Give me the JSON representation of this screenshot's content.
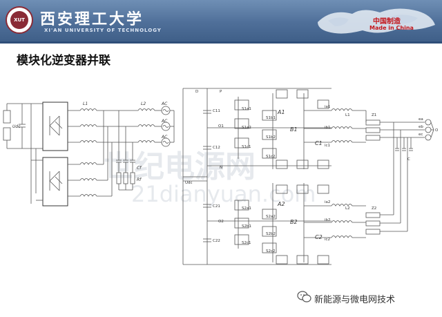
{
  "header": {
    "logo_text": "XUT",
    "university_cn": "西安理工大学",
    "university_en": "XI'AN UNIVERSITY OF TECHNOLOGY",
    "brand_cn": "中国制造",
    "brand_en": "Made in China"
  },
  "slide": {
    "title": "模块化逆变器并联"
  },
  "left_circuit": {
    "labels": [
      "L1",
      "L2",
      "AC",
      "AC",
      "AC",
      "Udc",
      "Cf",
      "Rf"
    ]
  },
  "right_circuit": {
    "labels": [
      "D",
      "P",
      "C11",
      "O1",
      "C12",
      "N",
      "Udc",
      "C21",
      "O2",
      "C22",
      "S1a1",
      "S1a2",
      "S1b1",
      "S1b2",
      "S1c1",
      "S1c2",
      "S2a1",
      "S2a2",
      "S2b1",
      "S2b2",
      "S2c1",
      "S2c2",
      "A1",
      "B1",
      "C1",
      "A2",
      "B2",
      "C2",
      "L1",
      "Z1",
      "L2",
      "Z2",
      "C",
      "O",
      "ia1",
      "ib1",
      "ic1",
      "ia2",
      "ib2",
      "ic2",
      "ea",
      "eb",
      "ec"
    ]
  },
  "watermark": {
    "line1": "世纪电源网",
    "line2": "21dianyuan.com"
  },
  "footer": {
    "text": "新能源与微电网技术"
  }
}
